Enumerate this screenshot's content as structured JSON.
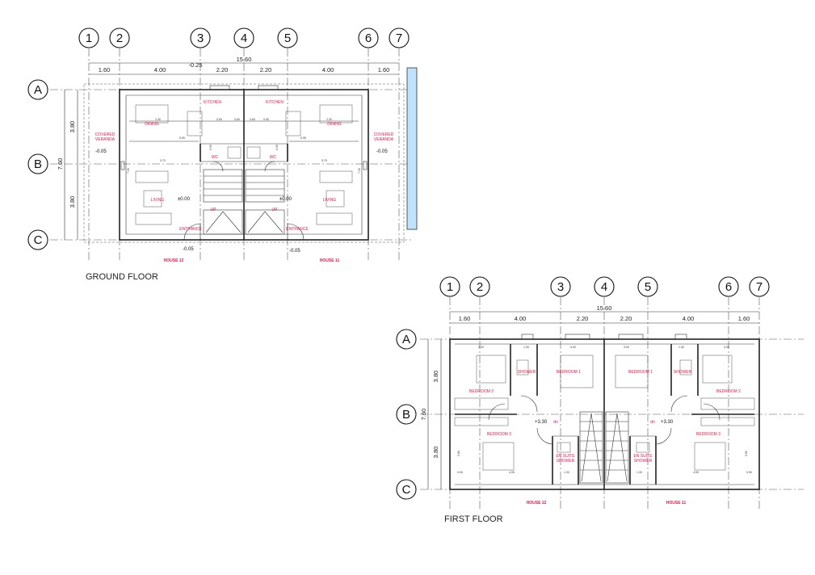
{
  "grid": {
    "columns": [
      "1",
      "2",
      "3",
      "4",
      "5",
      "6",
      "7"
    ],
    "rows": [
      "A",
      "B",
      "C"
    ]
  },
  "ground": {
    "title": "GROUND FLOOR",
    "overall": "15.60",
    "bay_dims": [
      "1.60",
      "4.00",
      "2.20",
      "2.20",
      "4.00",
      "1.60"
    ],
    "offset_note": "-0.25",
    "vertical_dims": {
      "upper": "3.80",
      "total": "7.60",
      "lower": "3.80"
    },
    "rooms": {
      "kitchen_l": "KITCHEN",
      "kitchen_r": "KITCHEN",
      "dining_l": "DINING",
      "dining_r": "DINING",
      "veranda_l": [
        "COVERED",
        "VERANDA"
      ],
      "veranda_r": [
        "COVERED",
        "VERANDA"
      ],
      "wc_l": "WC",
      "wc_r": "WC",
      "living_l": "LIVING",
      "living_r": "LIVING",
      "up_l": "UP",
      "up_r": "UP",
      "entrance_l": "ENTRANCE",
      "entrance_r": "ENTRANCE"
    },
    "levels": {
      "veranda_l": "-0.05",
      "veranda_r": "-0.05",
      "living_l": "±0.00",
      "living_r": "±0.00",
      "entry_l": "-0.05",
      "entry_r": "-0.05"
    },
    "houses": {
      "left": "HOUSE 12",
      "right": "HOUSE 11"
    },
    "small_dims": {
      "a": "2.30",
      "b": "0.90",
      "c": "0.60",
      "d": "0.60",
      "e": "0.90",
      "f": "2.30",
      "g": "5.95",
      "h": "5.95",
      "i": "3.70",
      "j": "3.70",
      "k": "7.20",
      "l": "7.20",
      "m": "0.90",
      "n": "0.90"
    }
  },
  "first": {
    "title": "FIRST FLOOR",
    "overall": "15.60",
    "bay_dims": [
      "1.60",
      "4.00",
      "2.20",
      "2.20",
      "4.00",
      "1.60"
    ],
    "vertical_dims": {
      "upper": "3.80",
      "total": "7.60",
      "lower": "3.80"
    },
    "rooms": {
      "bed2_l": "BEDROOM 2",
      "bed2_r": "BEDROOM 2",
      "shower_l": "SHOWER",
      "shower_r": "SHOWER",
      "bed1_l": "BEDROOM 1",
      "bed1_r": "BEDROOM 1",
      "bed3_l": "BEDROOM 3",
      "bed3_r": "BEDROOM 3",
      "ensuite_l": [
        "EN SUITE",
        "SHOWER"
      ],
      "ensuite_r": [
        "EN SUITE",
        "SHOWER"
      ],
      "dn_l": "dn",
      "dn_r": "dn"
    },
    "levels": {
      "landing_l": "+3.30",
      "landing_r": "+3.30"
    },
    "houses": {
      "left": "HOUSE 12",
      "right": "HOUSE 11"
    },
    "small_dims": {
      "a": "3.00",
      "b": "1.30",
      "c": "3.00",
      "d": "3.00",
      "e": "1.30",
      "f": "3.00",
      "g": "2.80",
      "h": "2.80",
      "i": "4.05",
      "j": "4.05",
      "k": "0.90",
      "l": "0.90",
      "m": "1.30",
      "n": "1.30"
    }
  },
  "colors": {
    "accent_red": "#e8174a",
    "pool_blue": "#bfe3fb",
    "line": "#222222"
  }
}
